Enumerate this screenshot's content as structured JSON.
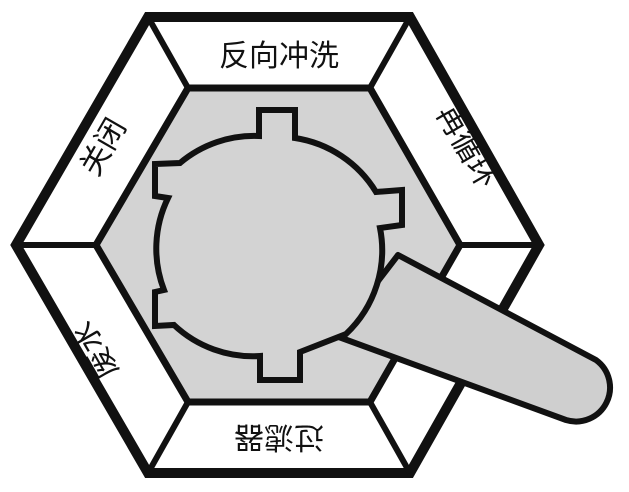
{
  "diagram": {
    "segments": {
      "top": "反向冲洗",
      "upper_right": "再循环",
      "bottom": "过滤器",
      "lower_left": "废水",
      "upper_left": "关闭",
      "lower_right": ""
    },
    "colors": {
      "stroke": "#111111",
      "ring_fill": "#ffffff",
      "inner_fill": "#d3d3d3",
      "handle_fill": "#cfcfcf",
      "background": "#ffffff"
    }
  }
}
